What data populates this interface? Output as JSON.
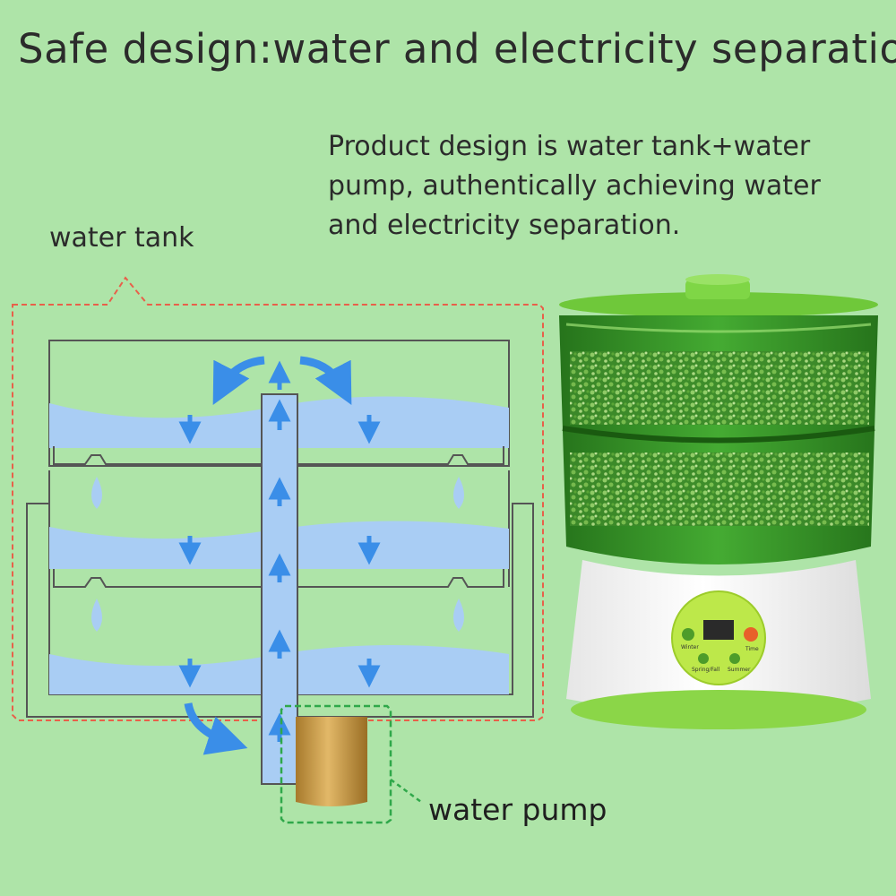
{
  "headline": "Safe design:water and electricity separation",
  "description_lines": [
    "Product design is water tank+water",
    "pump, authentically achieving water",
    "and electricity separation."
  ],
  "labels": {
    "water_tank": "water tank",
    "water_pump": "water pump"
  },
  "control_panel": {
    "button_winter": "Winter",
    "button_time": "Time",
    "button_spring_fall": "Spring/Fall",
    "button_summer": "Summer"
  },
  "colors": {
    "background": "#aee4a8",
    "water": "#a9cdf4",
    "arrow": "#3a8ee8",
    "tank_outline": "#e8604a",
    "pump_outline": "#2fa84a",
    "pump_body": "#c99a4a",
    "sprouter_green": "#2f8f22"
  }
}
